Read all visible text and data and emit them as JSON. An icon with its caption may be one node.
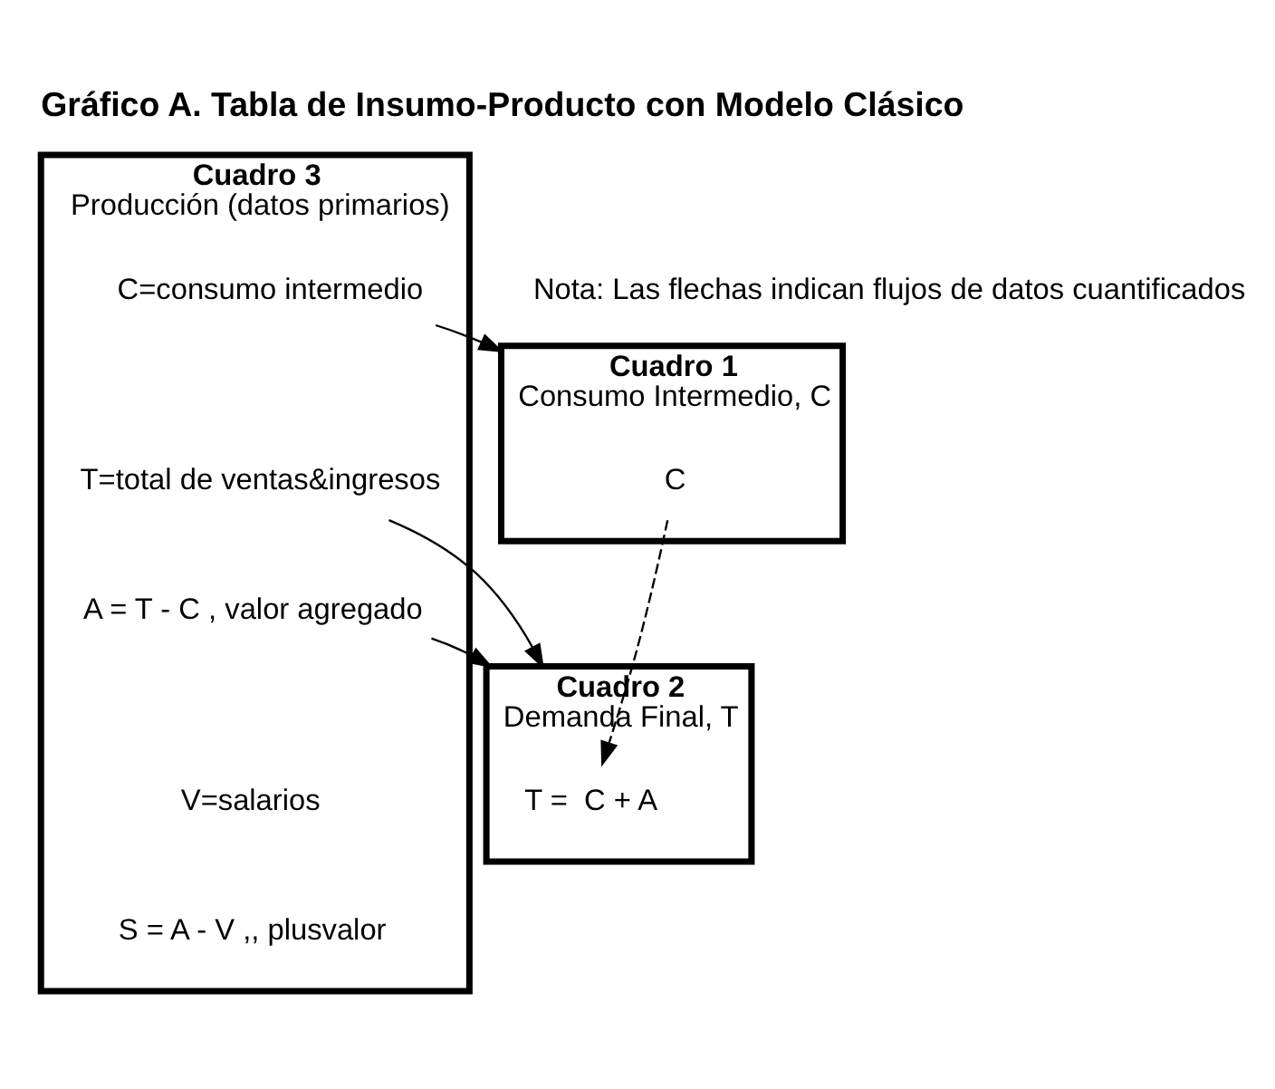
{
  "diagram": {
    "title": "Gráfico A. Tabla de Insumo-Producto con Modelo Clásico",
    "nodes": [
      {
        "text": [
          "Cuadro 1",
          "Consumo Intermedio, C"
        ]
      },
      {
        "text": [
          "C"
        ],
        "in": 0
      },
      {
        "text": [
          "Cuadro 2",
          "Demanda Final, T"
        ]
      },
      {
        "text": [
          "T =  C + A"
        ],
        "in": 2
      },
      {
        "text": [
          "Cuadro 3",
          "Producción (datos primarios)"
        ]
      },
      {
        "text": [
          "C=consumo intermedio"
        ],
        "in": 4
      },
      {
        "text": [
          "T=total de ventas&ingresos"
        ],
        "in": 4
      },
      {
        "text": [
          "A = T - C , valor agregado"
        ],
        "in": 4
      },
      {
        "text": [
          "V=salarios"
        ],
        "in": 4
      },
      {
        "text": [
          "S = A - V ,, plusvalor"
        ],
        "in": 4
      }
    ],
    "edges": [
      {
        "from": 1,
        "to": 3,
        "arrow": "to",
        "style": "dashed"
      },
      {
        "from": 5,
        "to": 0,
        "arrow": "to"
      },
      {
        "from": 6,
        "to": 2,
        "arrow": "to"
      },
      {
        "from": 7,
        "to": 2,
        "arrow": "to"
      }
    ],
    "labels": [
      "Nota: Las flechas indican flujos de datos cuantificados"
    ]
  }
}
